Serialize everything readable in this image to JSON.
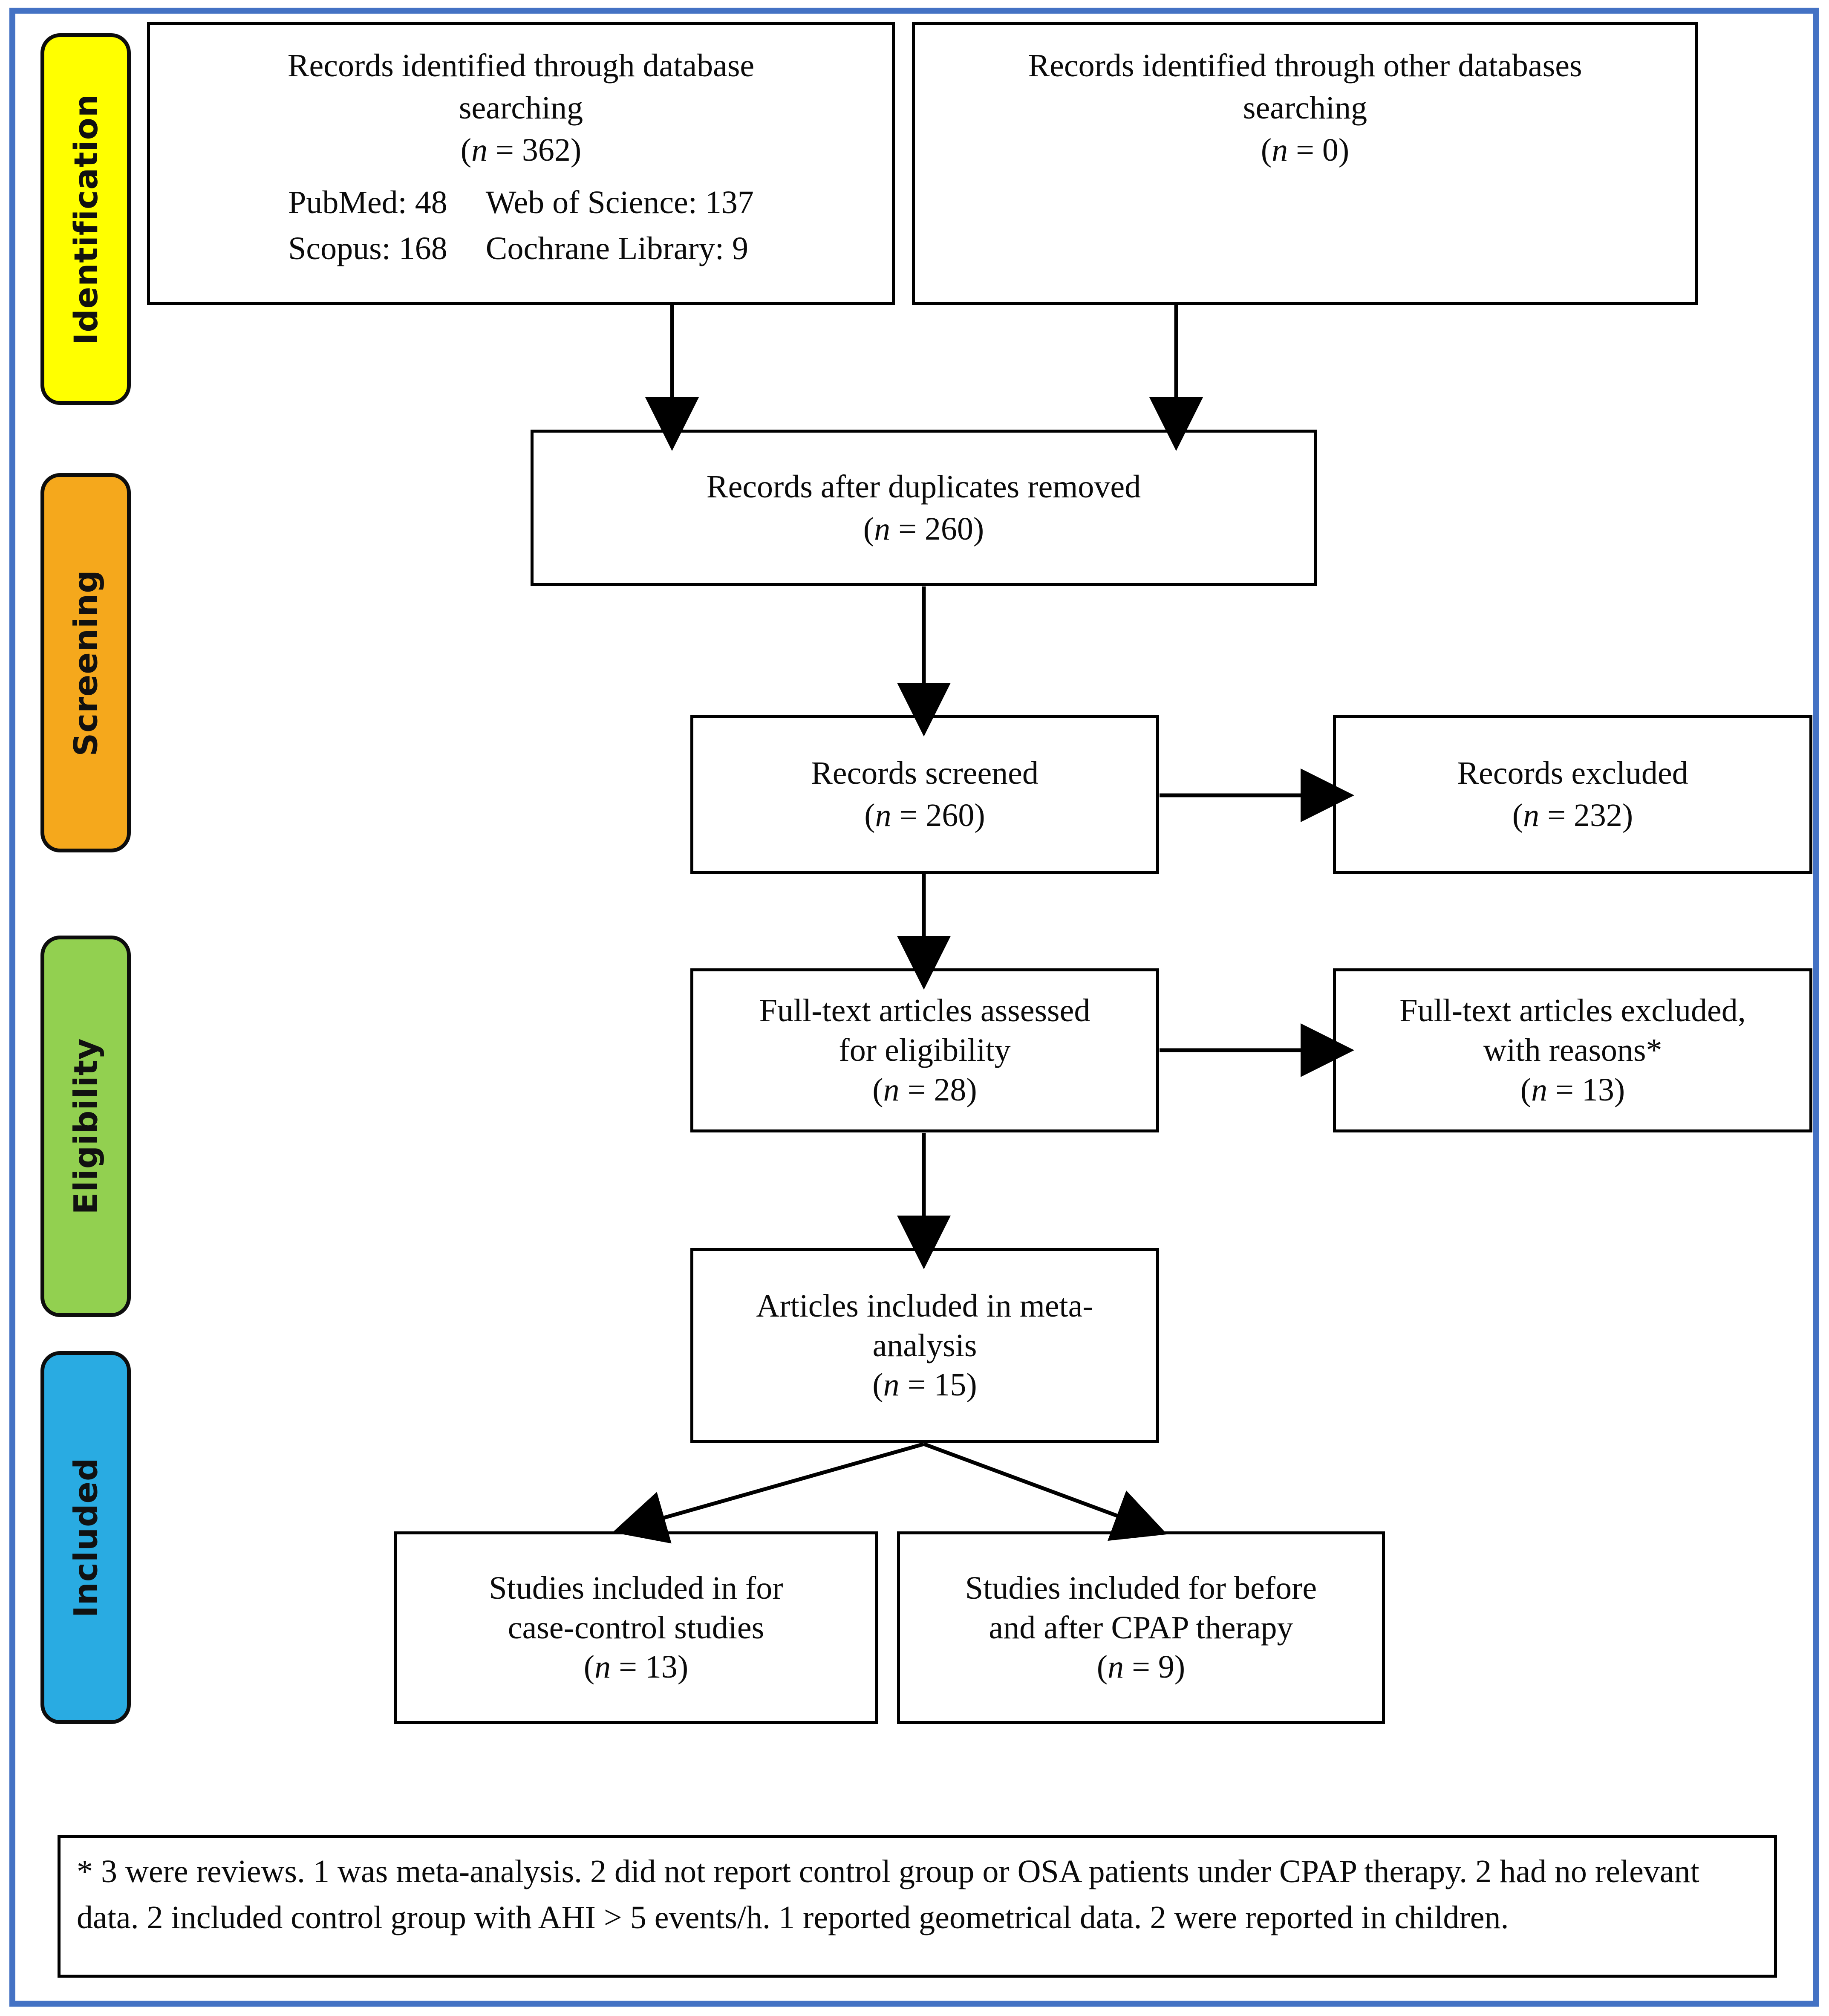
{
  "figure": {
    "type": "prisma-flow-diagram",
    "frame_color": "#4472c4"
  },
  "stages": [
    {
      "key": "identification",
      "label": "Identification",
      "color": "#ffff00"
    },
    {
      "key": "screening",
      "label": "Screening",
      "color": "#f5a81c"
    },
    {
      "key": "eligibility",
      "label": "Eligibility",
      "color": "#92d050"
    },
    {
      "key": "included",
      "label": "Included",
      "color": "#29abe2"
    }
  ],
  "boxes": {
    "db_search": {
      "line1": "Records identified through database",
      "line2": "searching",
      "count_open": "(",
      "count_n": "n",
      "count_eq": " = 362)",
      "sources": [
        "PubMed: 48",
        "Web of Science: 137",
        "Scopus: 168",
        "Cochrane Library: 9"
      ]
    },
    "other_search": {
      "line1": "Records identified through other databases",
      "line2": "searching",
      "count_open": "(",
      "count_n": "n",
      "count_eq": " = 0)"
    },
    "duplicates_removed": {
      "line1": "Records after duplicates removed",
      "count_open": "(",
      "count_n": "n",
      "count_eq": " = 260)"
    },
    "records_screened": {
      "line1": "Records screened",
      "count_open": "(",
      "count_n": "n",
      "count_eq": " = 260)"
    },
    "records_excluded": {
      "line1": "Records excluded",
      "count_open": "(",
      "count_n": "n",
      "count_eq": " = 232)"
    },
    "fulltext_assessed": {
      "line1": "Full-text articles assessed",
      "line2": "for eligibility",
      "count_open": "(",
      "count_n": "n",
      "count_eq": " = 28)"
    },
    "fulltext_excluded": {
      "line1": "Full-text articles excluded,",
      "line2": "with reasons*",
      "count_open": "(",
      "count_n": "n",
      "count_eq": " = 13)"
    },
    "meta_included": {
      "line1": "Articles included in meta-",
      "line2": "analysis",
      "count_open": "(",
      "count_n": "n",
      "count_eq": " = 15)"
    },
    "case_control": {
      "line1": "Studies included in for",
      "line2": "case-control studies",
      "count_open": "(",
      "count_n": "n",
      "count_eq": " = 13)"
    },
    "cpap_therapy": {
      "line1": "Studies included for before",
      "line2": "and after CPAP therapy",
      "count_open": "(",
      "count_n": "n",
      "count_eq": " = 9)"
    }
  },
  "footnote": {
    "text": "* 3 were reviews. 1 was meta-analysis. 2 did not report control group or OSA patients under CPAP therapy. 2 had no relevant data. 2 included control group with AHI > 5 events/h. 1 reported geometrical data. 2 were reported in children."
  }
}
